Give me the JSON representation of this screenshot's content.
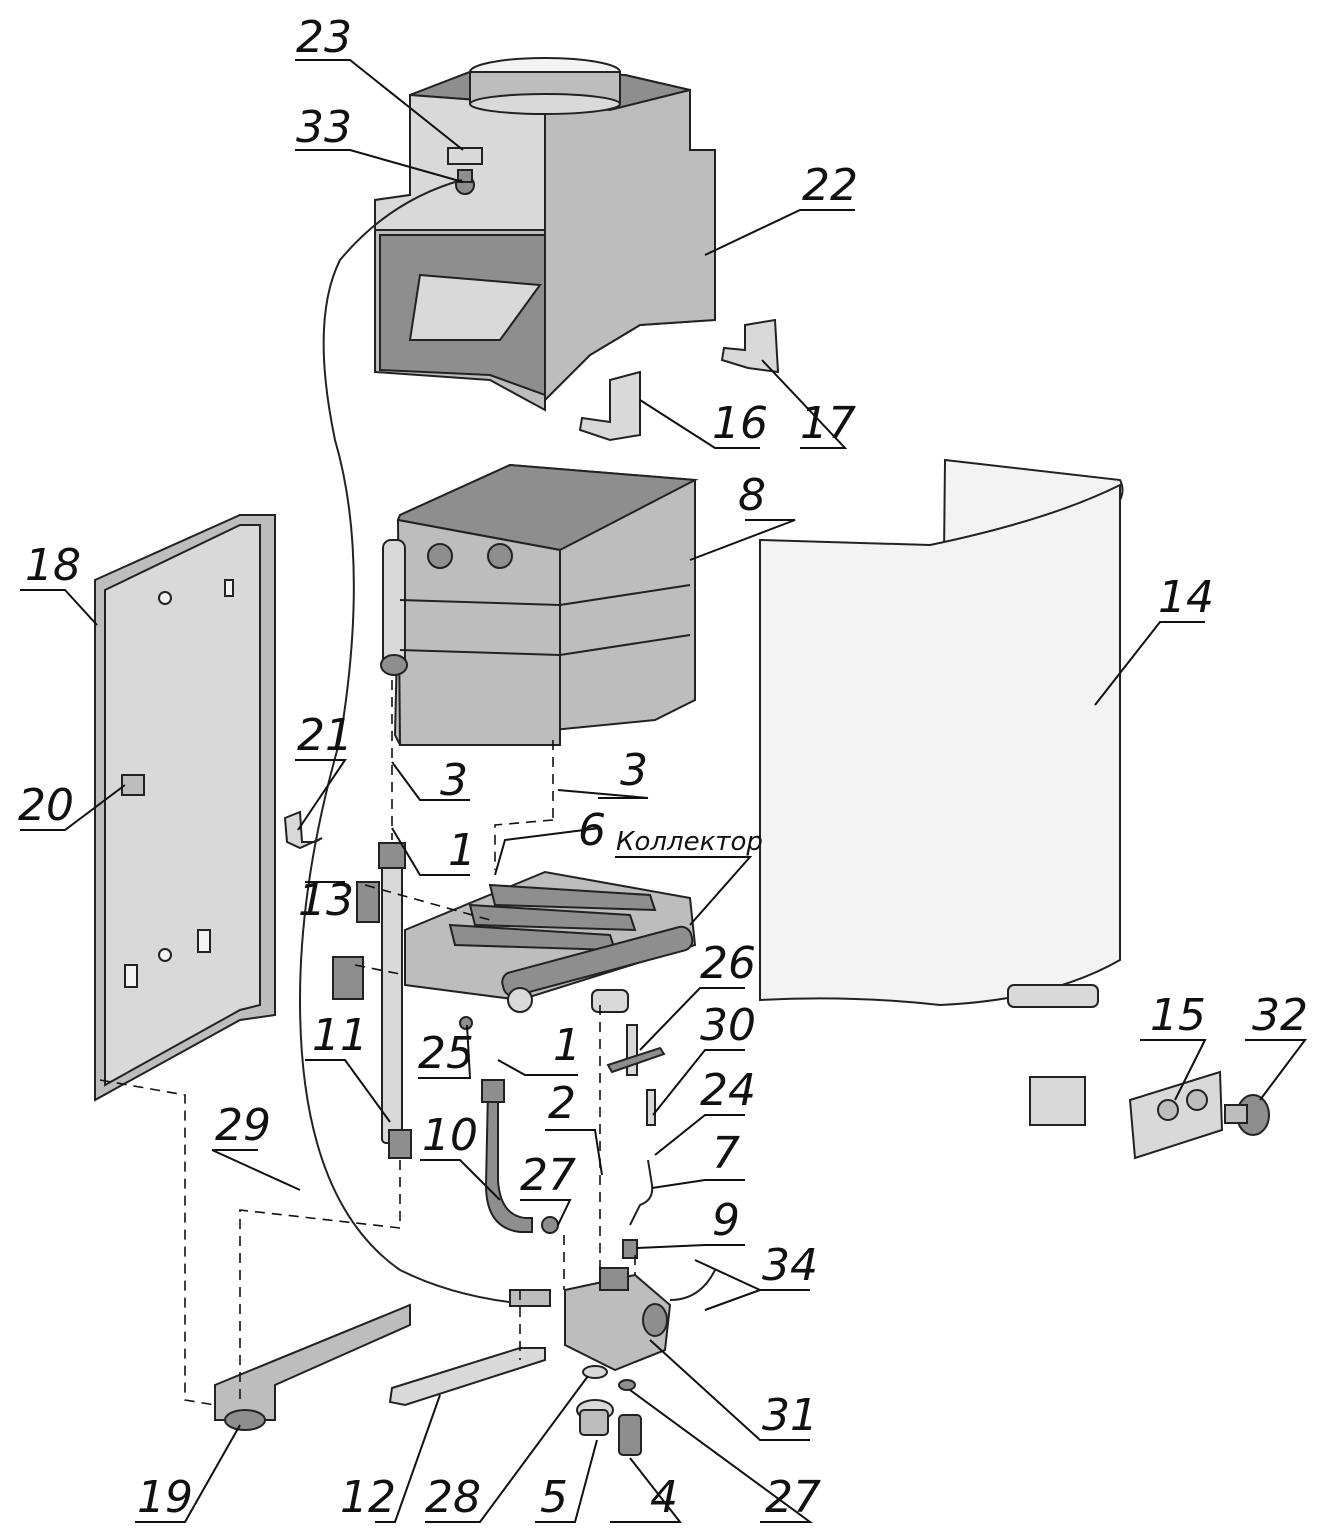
{
  "labels": {
    "l1a": "1",
    "l1b": "1",
    "l2": "2",
    "l3a": "3",
    "l3b": "3",
    "l4": "4",
    "l5": "5",
    "l6": "6",
    "l7": "7",
    "l8": "8",
    "l9": "9",
    "l10": "10",
    "l11": "11",
    "l12": "12",
    "l13": "13",
    "l14": "14",
    "l15": "15",
    "l16": "16",
    "l17": "17",
    "l18": "18",
    "l19": "19",
    "l20": "20",
    "l21": "21",
    "l22": "22",
    "l23": "23",
    "l24": "24",
    "l25": "25",
    "l26": "26",
    "l27a": "27",
    "l27b": "27",
    "l28": "28",
    "l29": "29",
    "l30": "30",
    "l31": "31",
    "l32": "32",
    "l33": "33",
    "l34": "34",
    "collector": "Коллектор"
  },
  "colors": {
    "part_fill": "#bdbdbd",
    "part_dark": "#8e8e8e",
    "cover_fill": "#f3f3f3",
    "line": "#111111"
  }
}
